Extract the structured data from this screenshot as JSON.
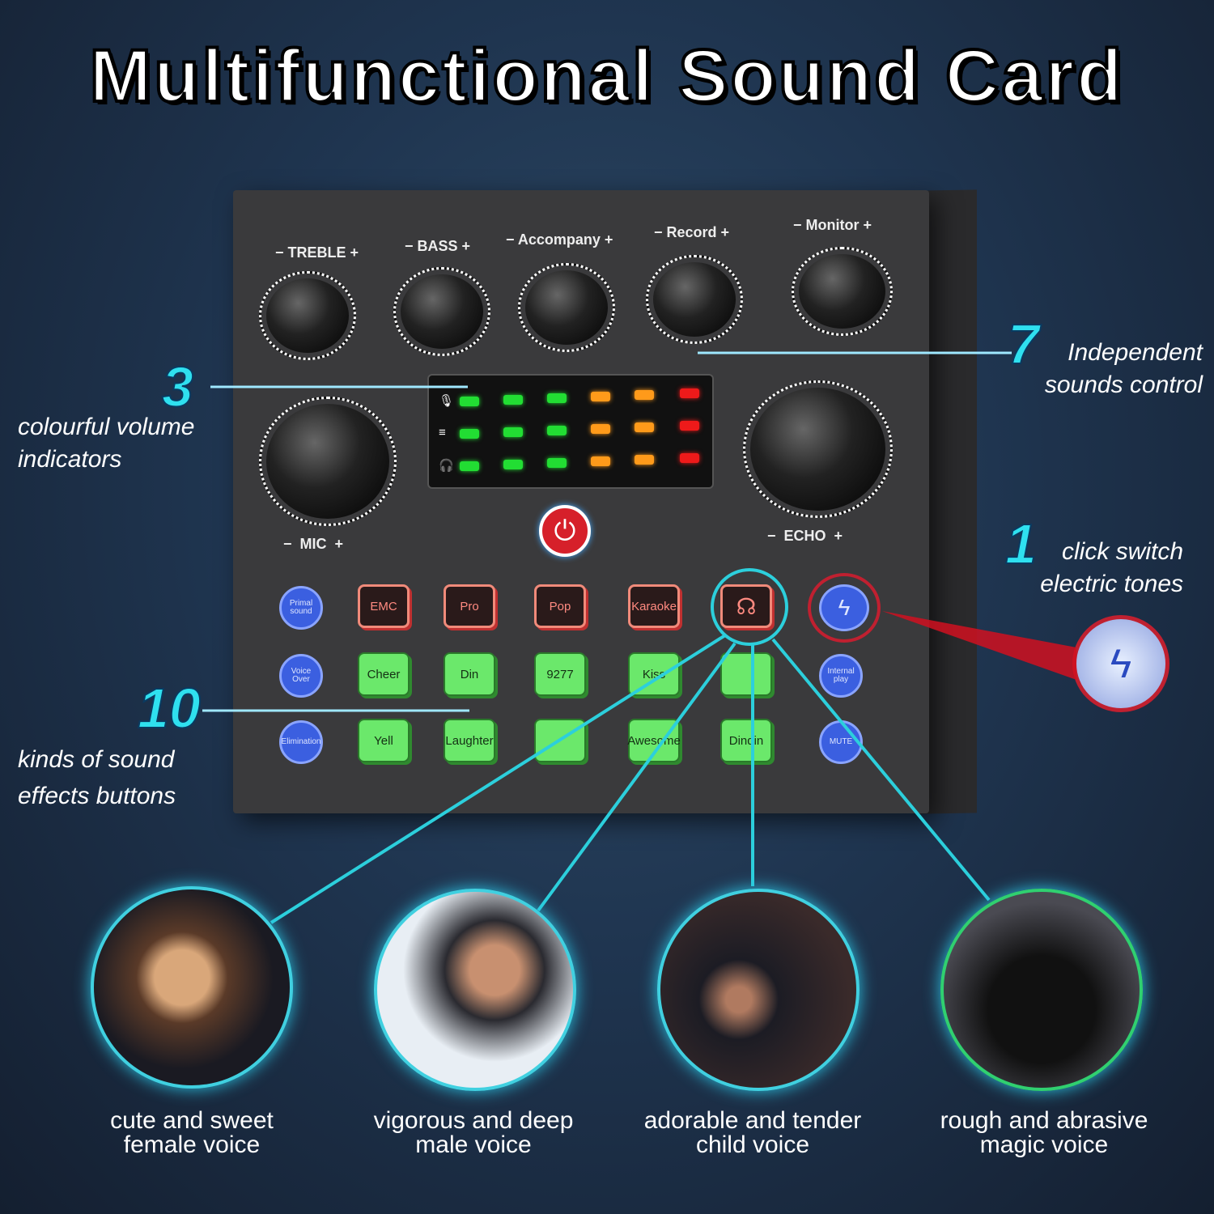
{
  "title": "Multifunctional Sound Card",
  "knobs": {
    "treble": "TREBLE",
    "bass": "BASS",
    "accompany": "Accompany",
    "record": "Record",
    "monitor": "Monitor",
    "mic": "MIC",
    "echo": "ECHO",
    "minus": "−",
    "plus": "+"
  },
  "meter": {
    "rows": [
      "mic",
      "accompany",
      "headphone"
    ],
    "colors": [
      "#22dd33",
      "#22dd33",
      "#22dd33",
      "#ff9a1a",
      "#ff9a1a",
      "#ee1a1a"
    ]
  },
  "buttons": {
    "blue_left": [
      "Primal sound",
      "Voice Over",
      "Elimination"
    ],
    "row1": [
      "EMC",
      "Pro",
      "Pop",
      "Karaoke",
      ""
    ],
    "row2": [
      "Cheer",
      "Din",
      "9277",
      "Kiss",
      ""
    ],
    "row3": [
      "Yell",
      "Laughter",
      "",
      "Awesome",
      "Dindin"
    ],
    "blue_right": [
      "",
      "Internal play",
      "MUTE"
    ]
  },
  "callouts": {
    "c3": {
      "num": "3",
      "text1": "colourful volume",
      "text2": "indicators"
    },
    "c7": {
      "num": "7",
      "text1": "Independent",
      "text2": "sounds control"
    },
    "c1": {
      "num": "1",
      "text1": "click switch",
      "text2": "electric tones"
    },
    "c10": {
      "num": "10",
      "text1": "kinds of sound",
      "text2": "effects buttons"
    }
  },
  "voices": [
    {
      "l1": "cute and sweet",
      "l2": "female voice"
    },
    {
      "l1": "vigorous and deep",
      "l2": "male voice"
    },
    {
      "l1": "adorable and tender",
      "l2": "child voice"
    },
    {
      "l1": "rough and abrasive",
      "l2": "magic voice"
    }
  ],
  "colors": {
    "accent": "#2fe0ef",
    "green_button": "#6be86b",
    "blue_button": "#3b5fe0",
    "red_button": "#f08a7a"
  }
}
